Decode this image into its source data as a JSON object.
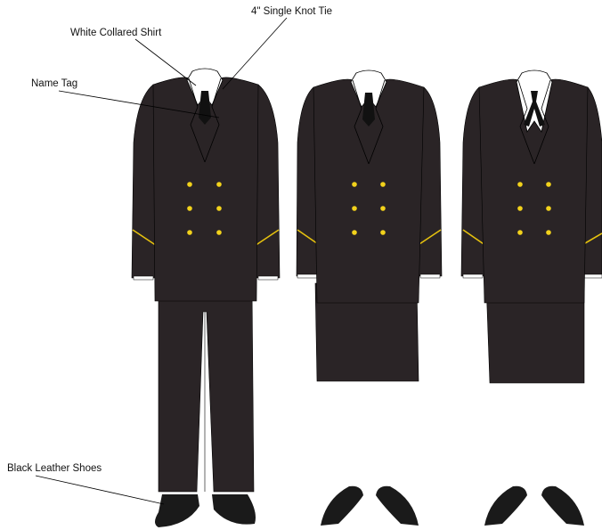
{
  "callouts": {
    "tie": "4\" Single Knot Tie",
    "shirt": "White Collared Shirt",
    "name_tag": "Name Tag",
    "shoes": "Black Leather Shoes"
  },
  "figures": [
    {
      "name": "trouser-uniform",
      "lower": "trousers",
      "tie": "single-knot-tie"
    },
    {
      "name": "skirt-uniform-1",
      "lower": "skirt",
      "tie": "single-knot-tie"
    },
    {
      "name": "skirt-uniform-2",
      "lower": "skirt",
      "tie": "crossover-tie"
    }
  ],
  "colors": {
    "uniform": "#2a2426",
    "buttons": "#f2d21b",
    "cuff_stripe": "#e6c20e",
    "shirt": "#ffffff",
    "outline": "#000000"
  }
}
